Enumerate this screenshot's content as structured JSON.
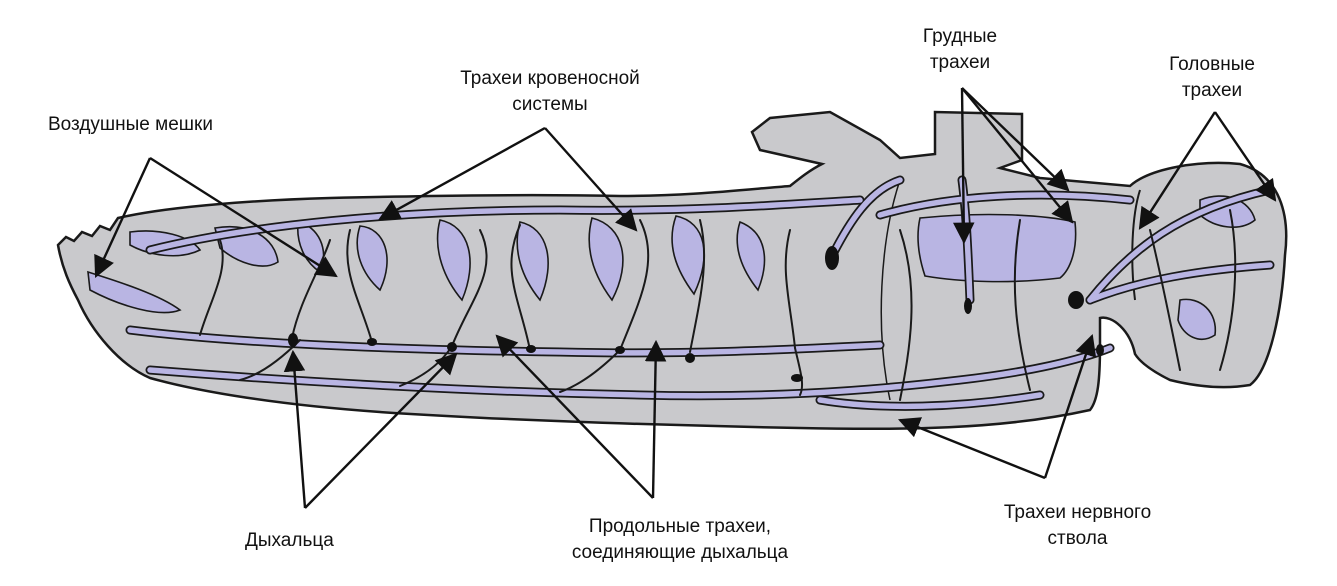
{
  "labels": {
    "air_sacs": {
      "lines": [
        "Воздушные мешки"
      ]
    },
    "circulatory_tracheae": {
      "lines": [
        "Трахеи кровеносной",
        "системы"
      ]
    },
    "thoracic_tracheae": {
      "lines": [
        "Грудные",
        "трахеи"
      ]
    },
    "head_tracheae": {
      "lines": [
        "Головные",
        "трахеи"
      ]
    },
    "spiracles": {
      "lines": [
        "Дыхальца"
      ]
    },
    "longitudinal_tracheae": {
      "lines": [
        "Продольные трахеи,",
        "соединяющие дыхальца"
      ]
    },
    "nerve_cord_tracheae": {
      "lines": [
        "Трахеи нервного",
        "ствола"
      ]
    }
  },
  "colors": {
    "body_fill": "#c9c9cc",
    "trachea_fill": "#b9b5e3",
    "outline": "#1a1a1a",
    "spiracle": "#111111"
  }
}
